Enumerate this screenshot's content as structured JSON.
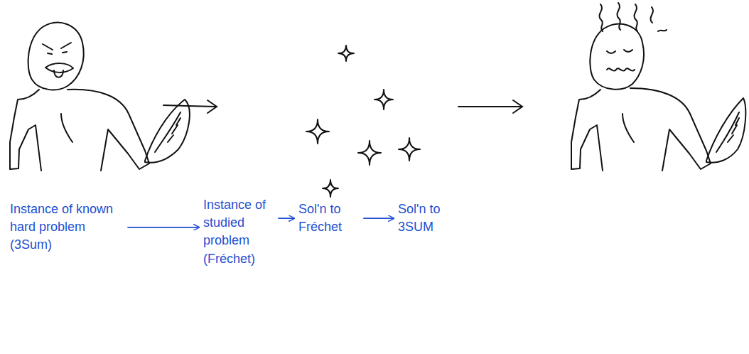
{
  "diagram": {
    "nodes": [
      {
        "text": [
          "Instance of known hard problem (3Sum)"
        ]
      },
      {
        "text": [
          "Instance of studied problem (Fréchet)"
        ]
      },
      {
        "text": [
          "Sol'n to Fréchet"
        ]
      },
      {
        "text": [
          "Sol'n to 3SUM"
        ]
      }
    ],
    "edges": [
      {
        "from": 0,
        "to": 1,
        "arrow": "to"
      },
      {
        "from": 1,
        "to": 2,
        "arrow": "to"
      },
      {
        "from": 2,
        "to": 3,
        "arrow": "to"
      }
    ]
  }
}
